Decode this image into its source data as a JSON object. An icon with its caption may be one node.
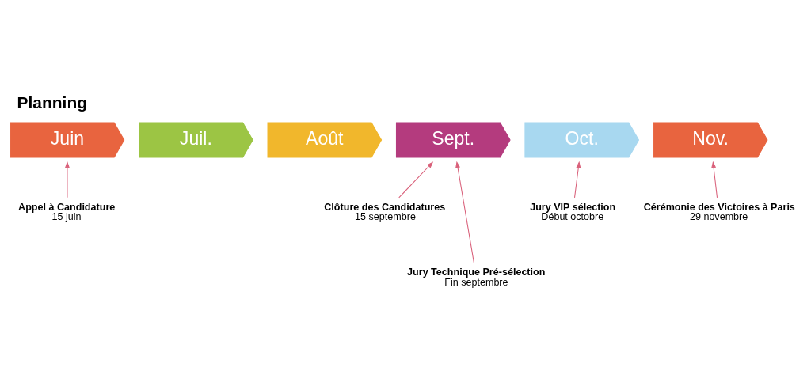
{
  "diagram": {
    "title": "Planning",
    "nodes": [
      {
        "text": [
          "Juin"
        ]
      },
      {
        "text": [
          "Juil."
        ]
      },
      {
        "text": [
          "Août"
        ]
      },
      {
        "text": [
          "Sept."
        ]
      },
      {
        "text": [
          "Oct."
        ]
      },
      {
        "text": [
          "Nov."
        ]
      },
      {
        "text": [
          "Appel à Candidature",
          "15 juin"
        ]
      },
      {
        "text": [
          "Clôture des Candidatures",
          "15 septembre"
        ]
      },
      {
        "text": [
          "Jury Technique Pré-sélection",
          "Fin septembre"
        ]
      },
      {
        "text": [
          "Jury VIP sélection",
          "Début octobre"
        ]
      },
      {
        "text": [
          "Cérémonie des Victoires à Paris",
          "29 novembre"
        ]
      }
    ],
    "edges": [
      {
        "from": 6,
        "to": 0,
        "arrow": "to"
      },
      {
        "from": 7,
        "to": 3,
        "arrow": "to"
      },
      {
        "from": 8,
        "to": 3,
        "arrow": "to"
      },
      {
        "from": 9,
        "to": 4,
        "arrow": "to"
      },
      {
        "from": 10,
        "to": 5,
        "arrow": "to"
      }
    ]
  }
}
